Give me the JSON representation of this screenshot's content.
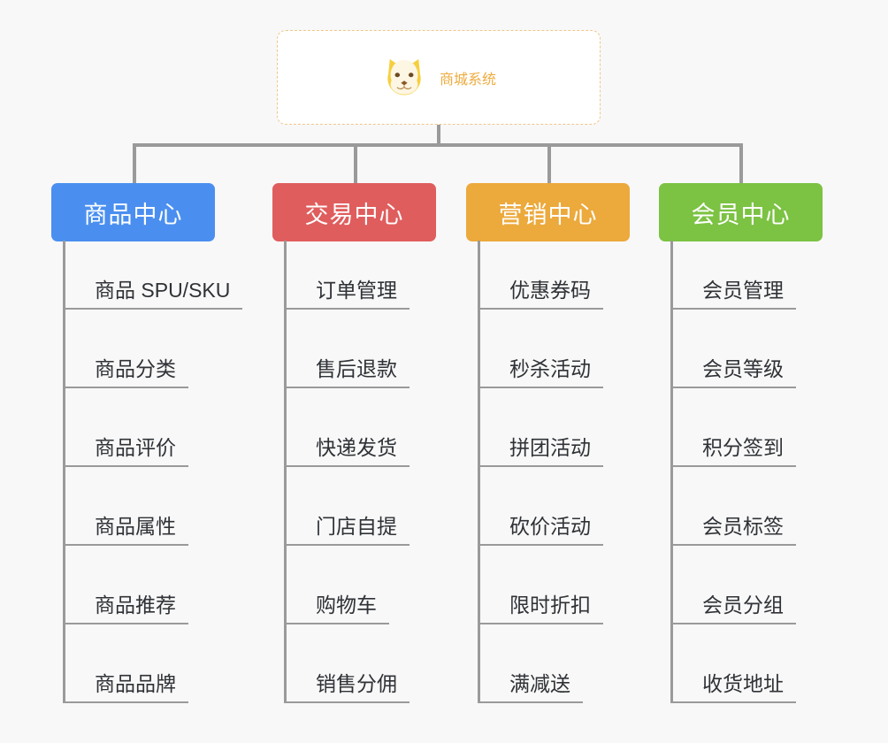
{
  "diagram": {
    "title": "商城系统",
    "background_color": "#f8f8f8",
    "root": {
      "label": "商城系统",
      "icon": "shiba-dog-face-icon",
      "text_color": "#eeab3e",
      "border_color": "#f0c689",
      "background_color": "#ffffff"
    },
    "connector_color": "#9a9a9a",
    "leaf_text_color": "#2f3236",
    "columns": [
      {
        "id": "product-center",
        "label": "商品中心",
        "color": "#4a8ff0",
        "items": [
          "商品 SPU/SKU",
          "商品分类",
          "商品评价",
          "商品属性",
          "商品推荐",
          "商品品牌"
        ]
      },
      {
        "id": "trade-center",
        "label": "交易中心",
        "color": "#e05d5d",
        "items": [
          "订单管理",
          "售后退款",
          "快递发货",
          "门店自提",
          "购物车",
          "销售分佣"
        ]
      },
      {
        "id": "marketing-center",
        "label": "营销中心",
        "color": "#eca93c",
        "items": [
          "优惠券码",
          "秒杀活动",
          "拼团活动",
          "砍价活动",
          "限时折扣",
          "满减送"
        ]
      },
      {
        "id": "member-center",
        "label": "会员中心",
        "color": "#7cc243",
        "items": [
          "会员管理",
          "会员等级",
          "积分签到",
          "会员标签",
          "会员分组",
          "收货地址"
        ]
      }
    ]
  }
}
